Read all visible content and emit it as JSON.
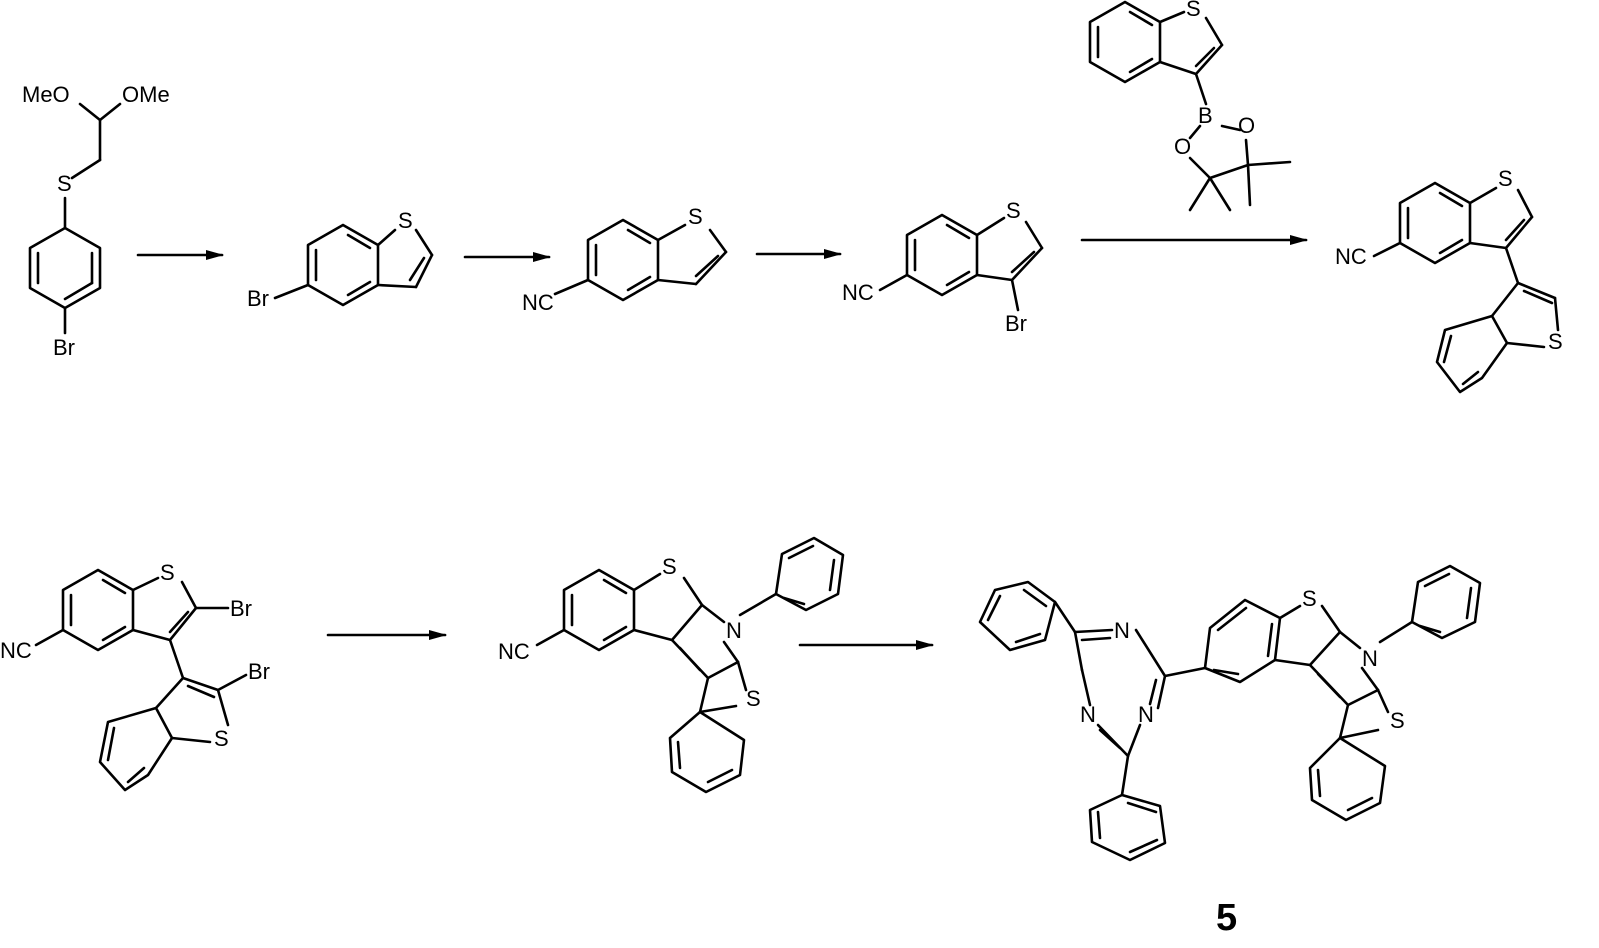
{
  "labels": {
    "MeO": "MeO",
    "OMe": "OMe",
    "S": "S",
    "Br": "Br",
    "NC": "NC",
    "B": "B",
    "O": "O",
    "N": "N"
  },
  "compound_number": "5"
}
